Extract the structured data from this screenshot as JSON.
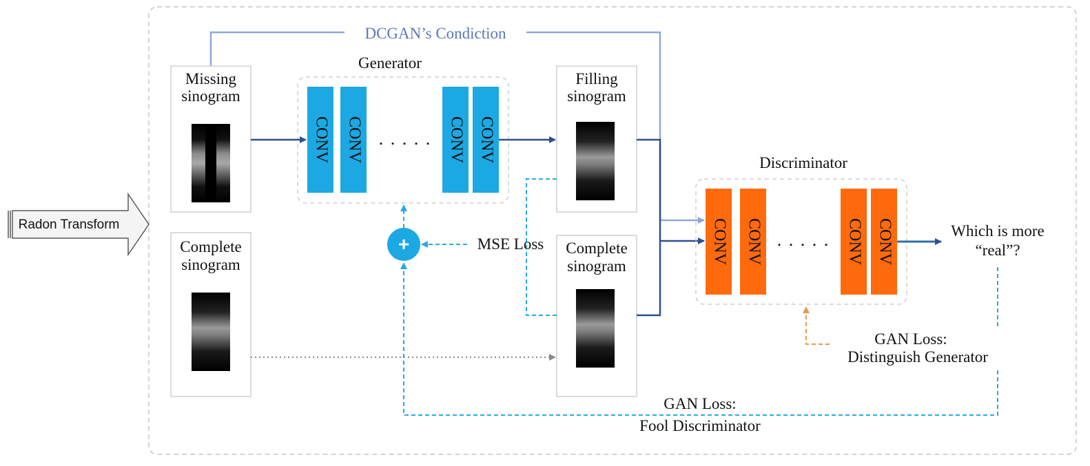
{
  "condition_label": "DCGAN’s Condiction",
  "input": {
    "label": "Radon Transform"
  },
  "panels": {
    "missing": {
      "line1": "Missing",
      "line2": "sinogram"
    },
    "complete_left": {
      "line1": "Complete",
      "line2": "sinogram"
    },
    "filling": {
      "line1": "Filling",
      "line2": "sinogram"
    },
    "complete_right": {
      "line1": "Complete",
      "line2": "sinogram"
    }
  },
  "generator": {
    "title": "Generator",
    "blocks": [
      "CONV",
      "CONV",
      "CONV",
      "CONV"
    ],
    "ellipsis": ". . . . ."
  },
  "discriminator": {
    "title": "Discriminator",
    "blocks": [
      "CONV",
      "CONV",
      "CONV",
      "CONV"
    ],
    "ellipsis": ". . . . ."
  },
  "output": {
    "line1": "Which is more",
    "line2": "“real”?"
  },
  "losses": {
    "mse": "MSE Loss",
    "gan_disc_line1": "GAN Loss:",
    "gan_disc_line2": "Distinguish Generator",
    "gan_fool_line1": "GAN Loss:",
    "gan_fool_line2": "Fool Discriminator"
  },
  "sum_symbol": "+",
  "colors": {
    "generator_block": "#1CA8E3",
    "discriminator_block": "#FF6A0D",
    "main_arrow": "#2E4F8F",
    "condition_line": "#8FA8D8",
    "condition_text": "#5C77B5",
    "loss_dashed": "#29A9E0",
    "disc_loss_dashed": "#E8974F",
    "sum_node": "#1CA8E3"
  }
}
